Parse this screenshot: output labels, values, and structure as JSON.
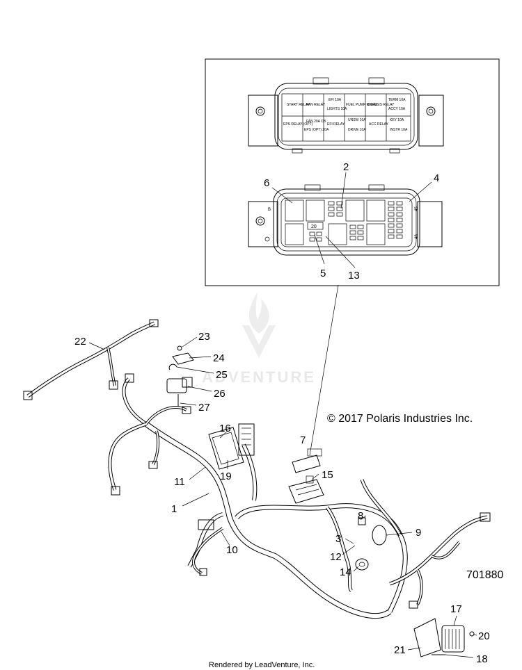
{
  "copyright": "© 2017 Polaris Industries Inc.",
  "diagram_number": "701880",
  "footer": "Rendered by LeadVenture, Inc.",
  "watermark": "ADVENTURE",
  "fuse_box_labels": {
    "start_relay": "START RELAY",
    "fan_relay": "FAN RELAY",
    "efi_10a": "EFI 10A",
    "lights_10a": "LIGHTS 10A",
    "fuel_pump_relay": "FUEL PUMP RELAY",
    "chassis_relay": "CHASSIS RELAY",
    "term_10a": "TERM 10A",
    "acc_10a": "ACCY 10A",
    "eps_relay": "EPS RELAY (OPT)",
    "fan_20a_cb": "FAN 20A CB",
    "efi_relay": "EFI RELAY",
    "unsw_10a": "UNSW 10A",
    "drive_10a": "DRIVE 10A",
    "acc_relay": "ACC RELAY",
    "key_10a": "KEY 10A",
    "eps_opt_20a": "EPS (OPT) 20A",
    "instr_10a": "INSTR 10A"
  },
  "inner_labels": {
    "fuse_20": "20",
    "side_b": "B",
    "side_45": "45",
    "side_48": "48"
  },
  "callouts": {
    "c1": "1",
    "c2": "2",
    "c3": "3",
    "c4": "4",
    "c5": "5",
    "c6": "6",
    "c7": "7",
    "c8": "8",
    "c9": "9",
    "c10": "10",
    "c11": "11",
    "c12": "12",
    "c13": "13",
    "c14": "14",
    "c15": "15",
    "c16": "16",
    "c17": "17",
    "c18": "18",
    "c19": "19",
    "c20": "20",
    "c21": "21",
    "c22": "22",
    "c23": "23",
    "c24": "24",
    "c25": "25",
    "c26": "26",
    "c27": "27"
  }
}
